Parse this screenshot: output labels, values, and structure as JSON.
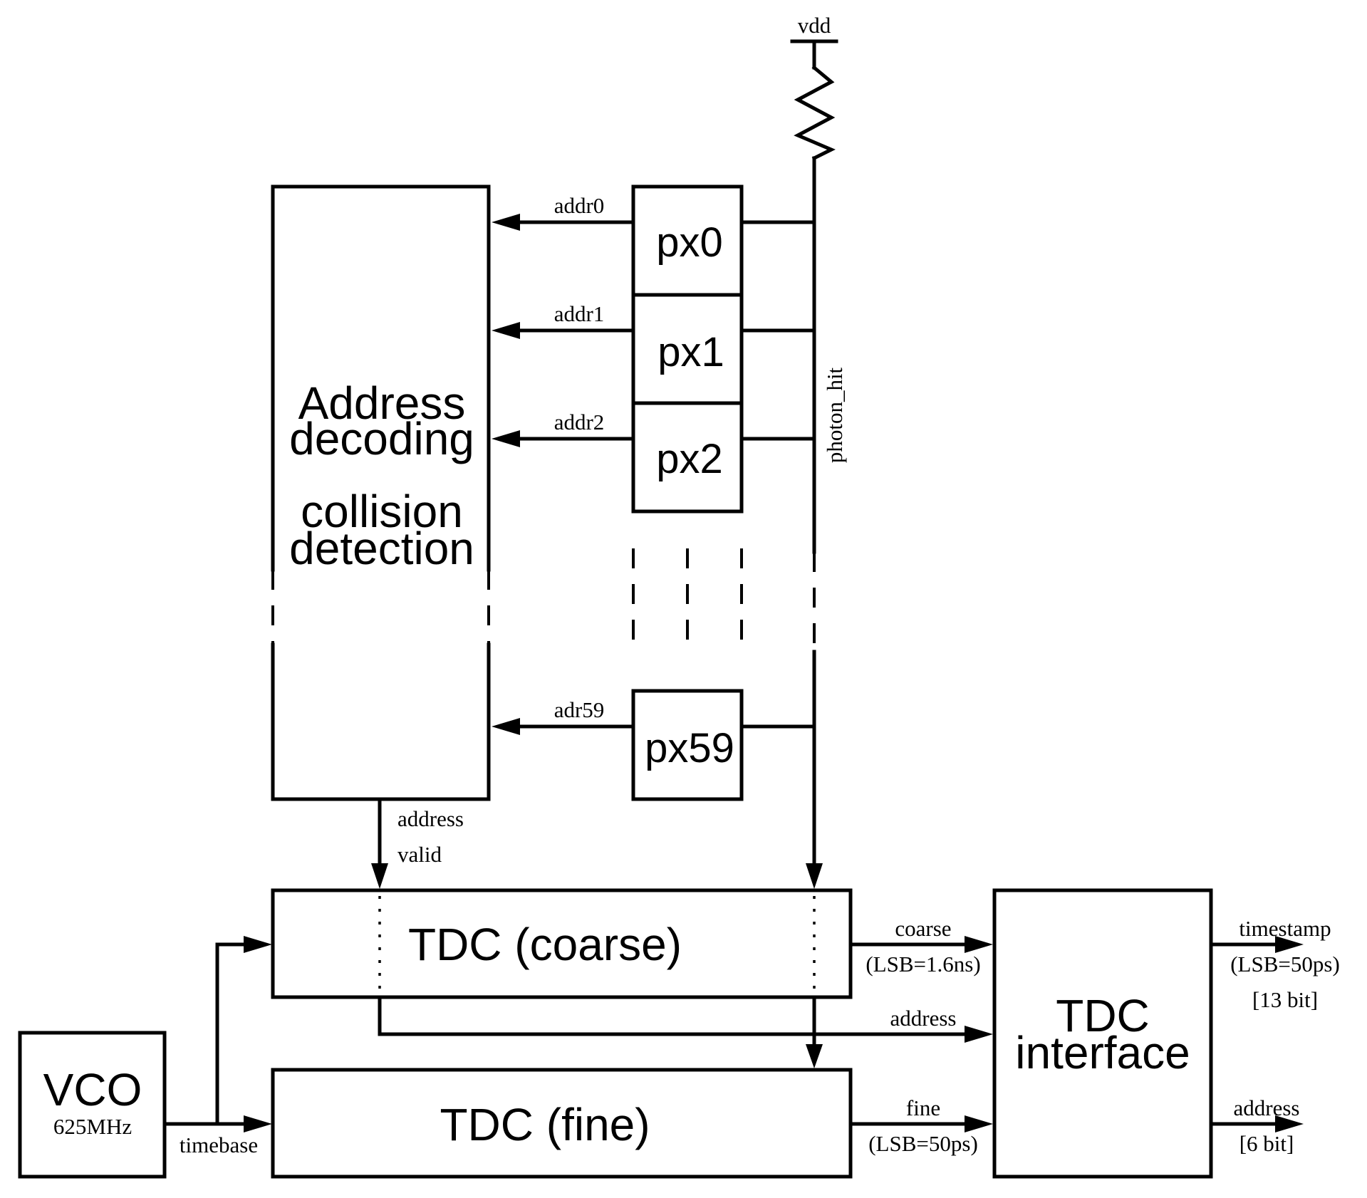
{
  "supply": {
    "label": "vdd"
  },
  "bus": {
    "label": "photon_hit"
  },
  "decoder": {
    "line1": "Address",
    "line2": "decoding",
    "line3": "collision",
    "line4": "detection"
  },
  "pixels": [
    {
      "name": "px0",
      "signal": "addr0"
    },
    {
      "name": "px1",
      "signal": "addr1"
    },
    {
      "name": "px2",
      "signal": "addr2"
    },
    {
      "name": "px59",
      "signal": "adr59"
    }
  ],
  "decoder_outputs": {
    "address": "address",
    "valid": "valid"
  },
  "tdc_coarse": {
    "label": "TDC (coarse)"
  },
  "tdc_fine": {
    "label": "TDC (fine)"
  },
  "vco": {
    "label": "VCO",
    "freq": "625MHz",
    "output": "timebase"
  },
  "interface": {
    "line1": "TDC",
    "line2": "interface"
  },
  "links": {
    "coarse": {
      "label": "coarse",
      "lsb": "(LSB=1.6ns)"
    },
    "address": {
      "label": "address"
    },
    "fine": {
      "label": "fine",
      "lsb": "(LSB=50ps)"
    }
  },
  "outputs": {
    "timestamp": {
      "label": "timestamp",
      "lsb": "(LSB=50ps)",
      "width": "[13 bit]"
    },
    "address": {
      "label": "address",
      "width": "[6 bit]"
    }
  }
}
